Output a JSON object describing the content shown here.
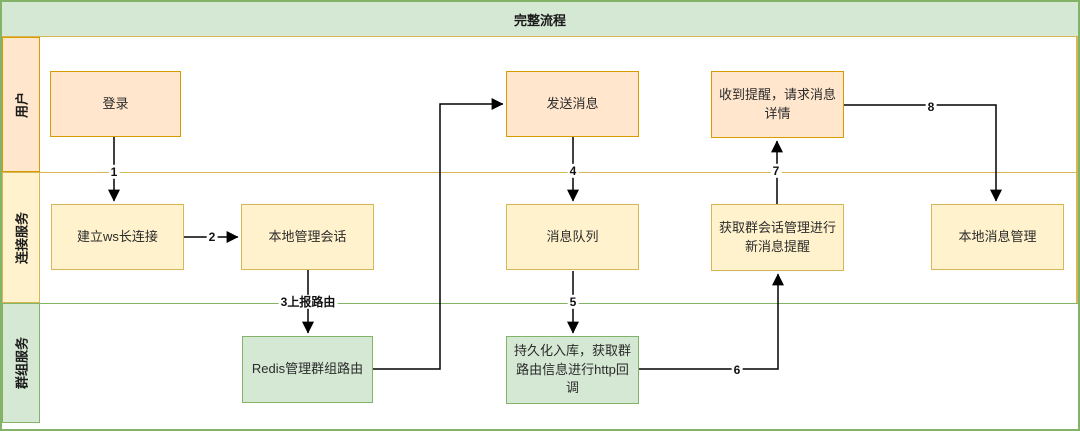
{
  "diagram": {
    "title": "完整流程",
    "lanes": [
      {
        "id": "user",
        "label": "用户",
        "fill": "#FFE6CC",
        "stroke": "#D79B00"
      },
      {
        "id": "connection-service",
        "label": "连接服务",
        "fill": "#FFF2CC",
        "stroke": "#D6B656"
      },
      {
        "id": "group-service",
        "label": "群组服务",
        "fill": "#D5E8D4",
        "stroke": "#82B366"
      }
    ],
    "nodes": [
      {
        "id": "login",
        "lane": "用户",
        "label": "登录",
        "color": "#FFE6CC"
      },
      {
        "id": "send-message",
        "lane": "用户",
        "label": "发送消息",
        "color": "#FFE6CC"
      },
      {
        "id": "receive-reminder",
        "lane": "用户",
        "label": "收到提醒，请求消息\n详情",
        "color": "#FFE6CC"
      },
      {
        "id": "establish-ws",
        "lane": "连接服务",
        "label": "建立ws长连接",
        "color": "#FFF2CC"
      },
      {
        "id": "local-session",
        "lane": "连接服务",
        "label": "本地管理会话",
        "color": "#FFF2CC"
      },
      {
        "id": "message-queue",
        "lane": "连接服务",
        "label": "消息队列",
        "color": "#FFF2CC"
      },
      {
        "id": "group-session-notify",
        "lane": "连接服务",
        "label": "获取群会话管理进行\n新消息提醒",
        "color": "#FFF2CC"
      },
      {
        "id": "local-message-mgmt",
        "lane": "连接服务",
        "label": "本地消息管理",
        "color": "#FFF2CC"
      },
      {
        "id": "redis-group-routing",
        "lane": "群组服务",
        "label": "Redis管理群组路由",
        "color": "#D5E8D4"
      },
      {
        "id": "persist-http-callback",
        "lane": "群组服务",
        "label": "持久化入库，获取群\n路由信息进行http回调",
        "color": "#D5E8D4"
      }
    ],
    "connectors": [
      {
        "label": "1",
        "from": "login",
        "to": "establish-ws"
      },
      {
        "label": "2",
        "from": "establish-ws",
        "to": "local-session"
      },
      {
        "label": "3上报路由",
        "from": "local-session",
        "to": "redis-group-routing"
      },
      {
        "label": "",
        "from": "redis-group-routing",
        "to": "send-message"
      },
      {
        "label": "4",
        "from": "send-message",
        "to": "message-queue"
      },
      {
        "label": "5",
        "from": "message-queue",
        "to": "persist-http-callback"
      },
      {
        "label": "6",
        "from": "persist-http-callback",
        "to": "group-session-notify"
      },
      {
        "label": "7",
        "from": "group-session-notify",
        "to": "receive-reminder"
      },
      {
        "label": "8",
        "from": "receive-reminder",
        "to": "local-message-mgmt"
      }
    ],
    "colors": {
      "pool_border": "#82B366",
      "title_fill": "#D5E8D4",
      "lane_divider_gold": "#D6B656",
      "lane_divider_green": "#82B366",
      "arrow": "#000000",
      "background": "#FFFFFF"
    }
  }
}
